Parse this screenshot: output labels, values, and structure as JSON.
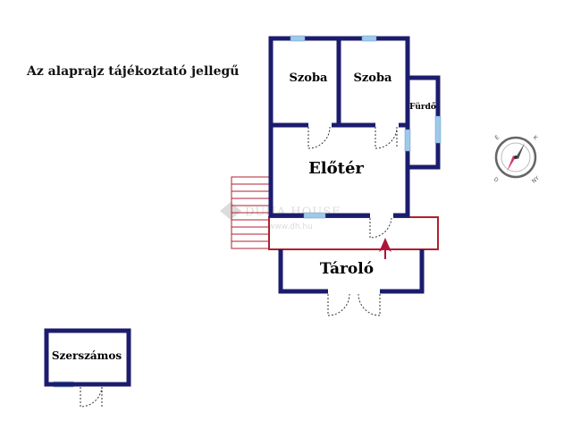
{
  "disclaimer": "Az alaprajz tájékoztató jellegű",
  "rooms": {
    "szoba1": "Szoba",
    "szoba2": "Szoba",
    "furdo": "Fürdő",
    "eloter": "Előtér",
    "tarolo": "Tároló",
    "szerszamos": "Szerszámos"
  },
  "watermark": {
    "brand": "DUNA HOUSE",
    "url": "www.dh.hu"
  },
  "compass": {
    "letters": [
      "É",
      "K",
      "D",
      "NY"
    ]
  },
  "colors": {
    "wall": "#1c1c6e",
    "window": "#9ec9e8",
    "entrance_arrow": "#b0123a",
    "terrace": "#b02030"
  }
}
